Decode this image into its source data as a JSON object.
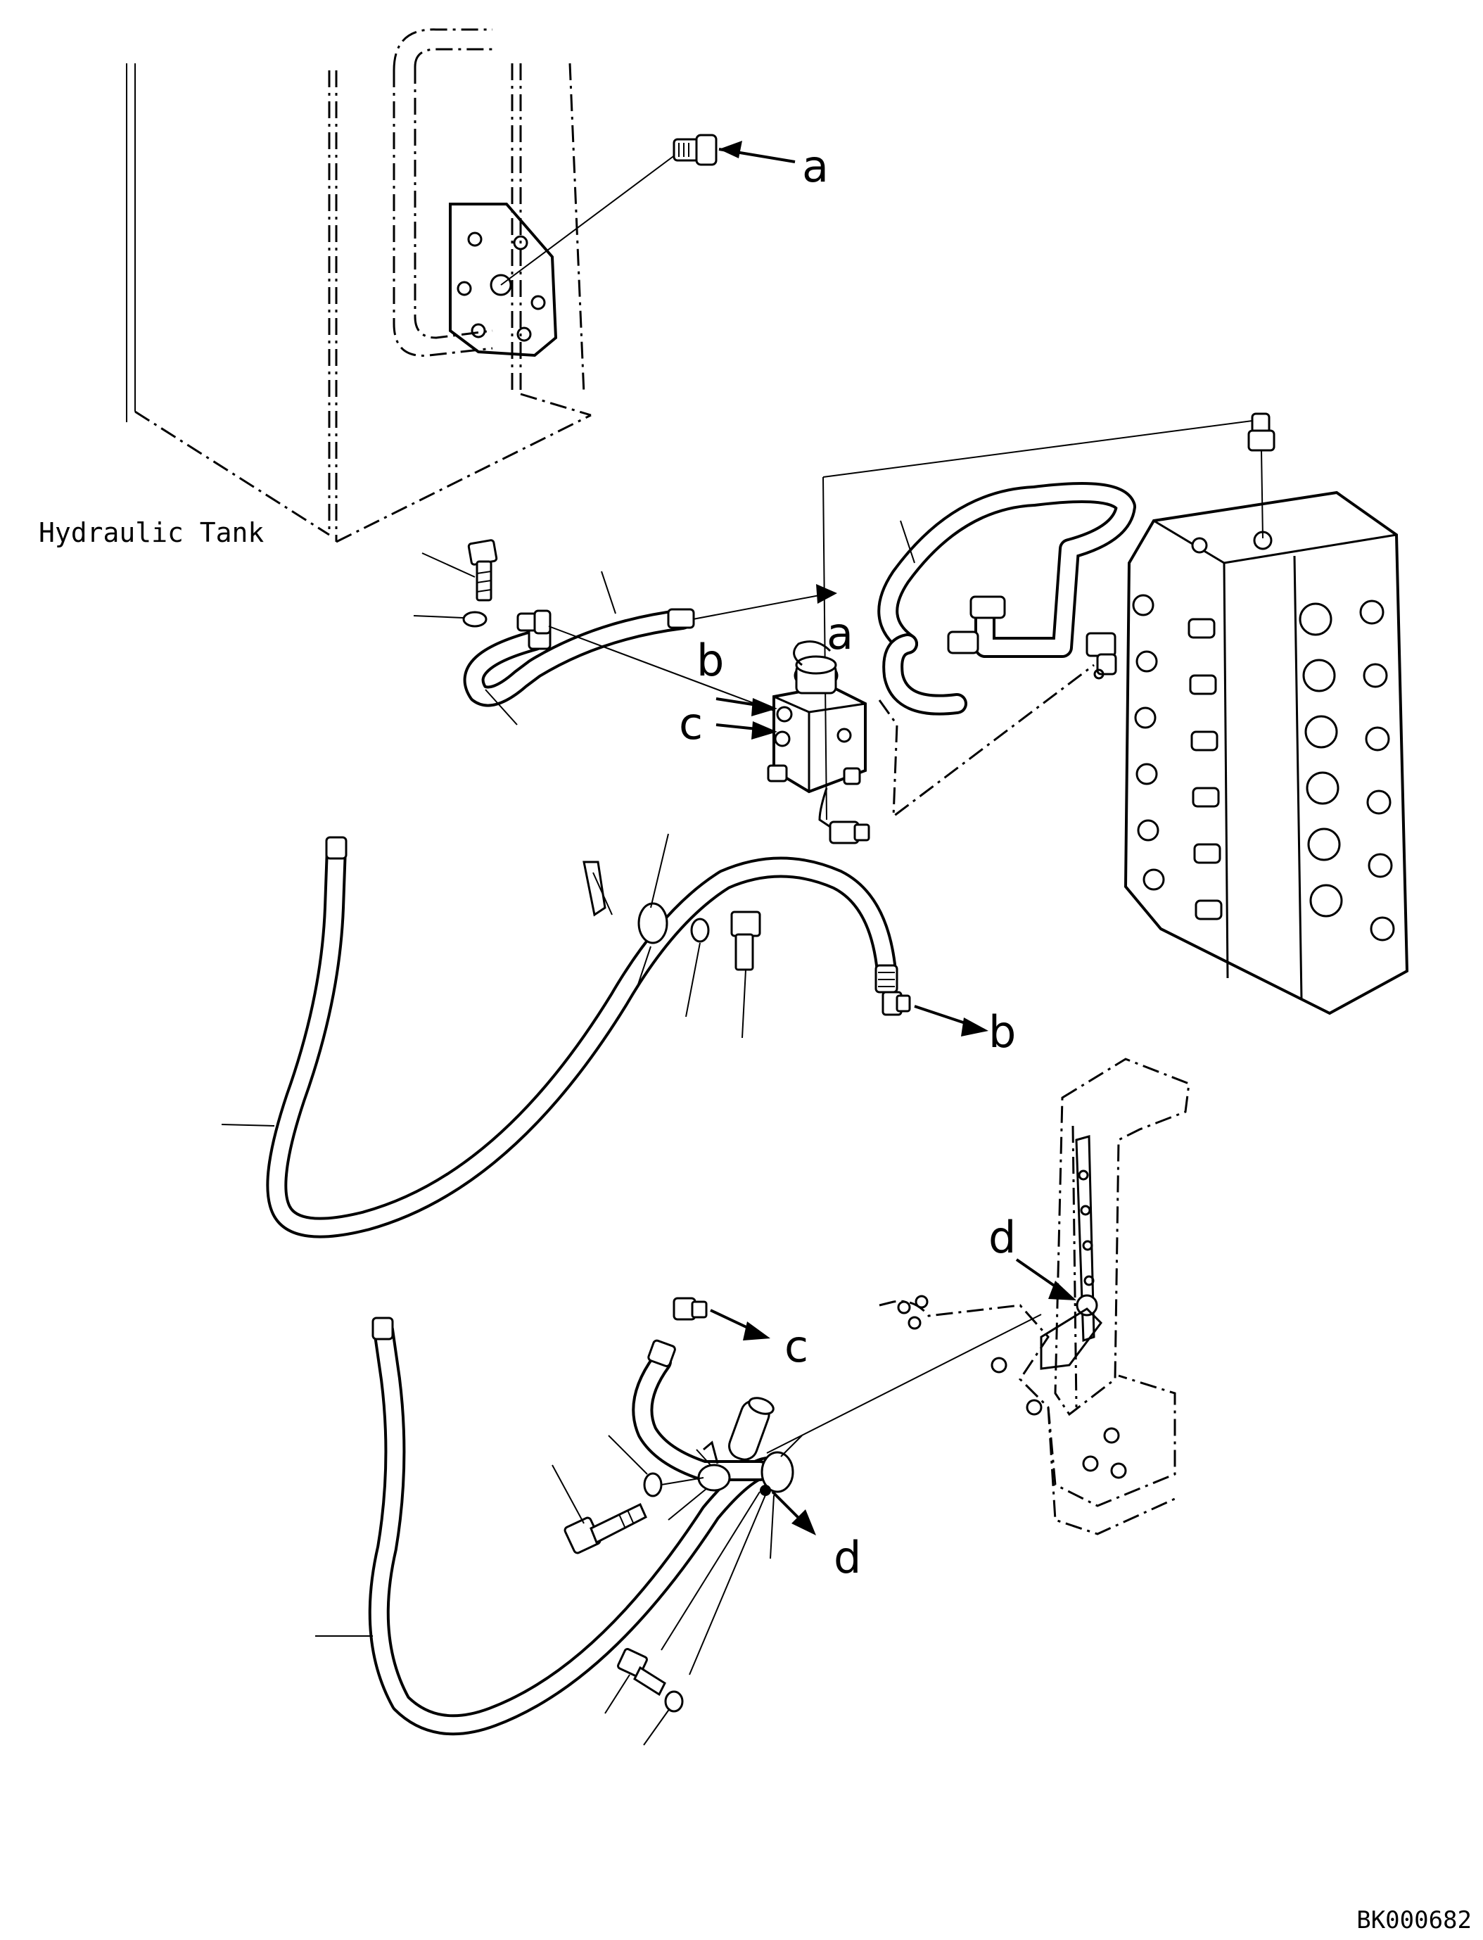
{
  "labels": {
    "hydraulic_tank": "Hydraulic Tank",
    "ref_a": "a",
    "ref_b": "b",
    "ref_c": "c",
    "ref_d": "d",
    "document_number": "BK000682"
  }
}
